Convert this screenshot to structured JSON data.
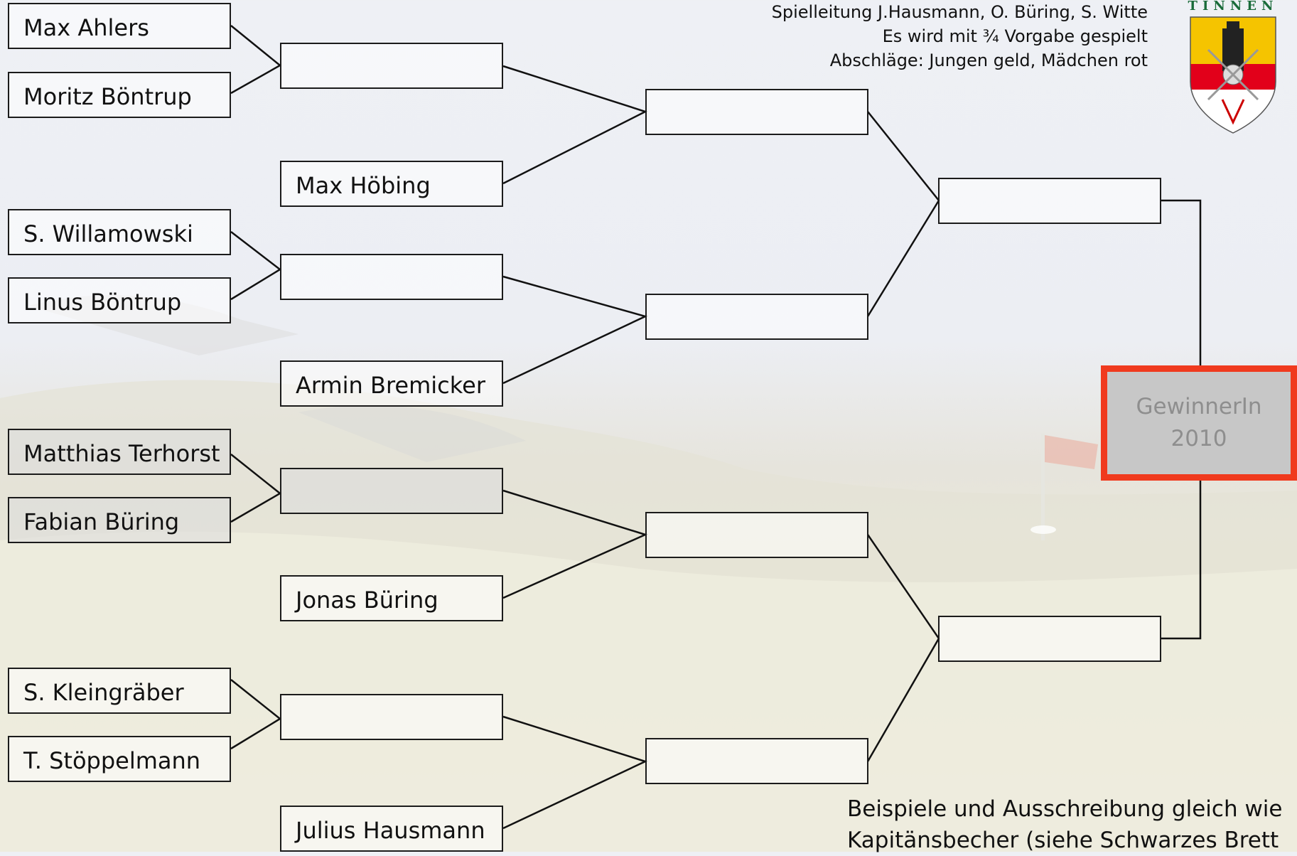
{
  "info": {
    "line1": "Spielleitung J.Hausmann, O. Büring, S. Witte",
    "line2": "Es wird mit ¾ Vorgabe gespielt",
    "line3": "Abschläge: Jungen geld, Mädchen rot"
  },
  "crest": {
    "text": "TINNEN"
  },
  "colors": {
    "winner_border": "#f03a1e",
    "winner_fill": "#c7c7c7",
    "crest_green": "#1a6b3a"
  },
  "round1": [
    "Max Ahlers",
    "Moritz Böntrup",
    "S. Willamowski",
    "Linus Böntrup",
    "Matthias Terhorst",
    "Fabian Büring",
    "S. Kleingräber",
    "T. Stöppelmann"
  ],
  "round2": [
    "",
    "Max Höbing",
    "",
    "Armin Bremicker",
    "",
    "Jonas Büring",
    "",
    "Julius Hausmann"
  ],
  "quarterfinals": [
    "",
    "",
    "",
    ""
  ],
  "semifinals": [
    "",
    ""
  ],
  "winner": {
    "line1": "GewinnerIn",
    "line2": "2010"
  },
  "footer": {
    "line1": "Beispiele und Ausschreibung gleich wie",
    "line2": "Kapitänsbecher (siehe Schwarzes Brett"
  }
}
